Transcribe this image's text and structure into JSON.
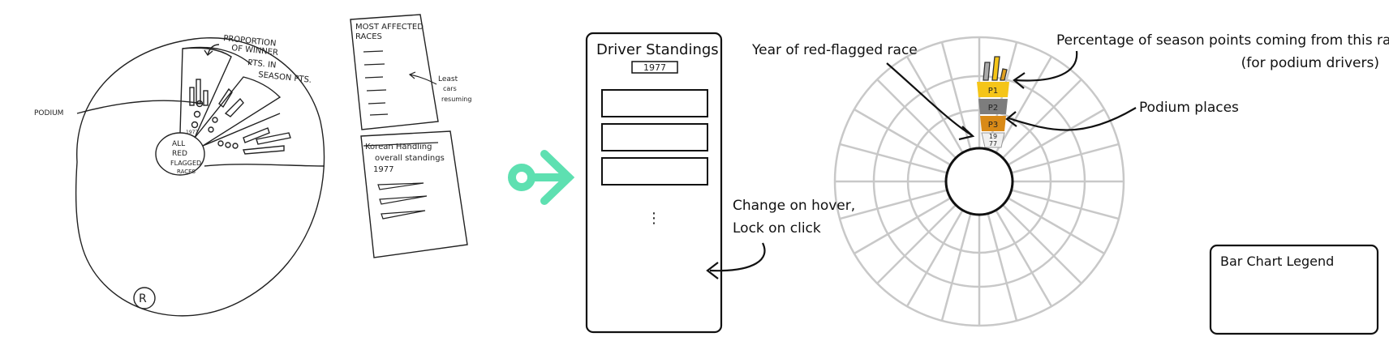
{
  "sketch": {
    "radial": {
      "title_lines": [
        "PROPORTION",
        "OF WINNER",
        "PTS. IN",
        "SEASON PTS."
      ],
      "podium_label": "PODIUM",
      "center_lines": [
        "ALL",
        "RED",
        "FLAGGED",
        "RACES"
      ],
      "year_label": "1977"
    },
    "card_top": {
      "title_lines": [
        "MOST AFFECTED",
        "RACES"
      ],
      "note_lines": [
        "Least",
        "cars",
        "resuming"
      ]
    },
    "card_bottom": {
      "struck_title": "Korean Handling",
      "title_lines": [
        "overall standings",
        "1977"
      ]
    },
    "signature_initial": "R"
  },
  "standings": {
    "title": "Driver Standings",
    "year": "1977",
    "ellipsis": "⋮"
  },
  "annotations": {
    "hover_line1": "Change on hover,",
    "hover_line2": "Lock on click",
    "year_race": "Year of red-flagged race",
    "percentage_line1": "Percentage of season points coming from this race",
    "percentage_line2": "(for podium drivers)",
    "podium_places": "Podium places"
  },
  "segment": {
    "places": [
      "P1",
      "P2",
      "P3"
    ],
    "year_line1": "19",
    "year_line2": "77",
    "colors": {
      "p1": "#f5c518",
      "p2": "#7d7d7d",
      "p3": "#d98a17",
      "arrow": "#5ee0b1",
      "grid": "#c8c8c8"
    }
  },
  "legend": {
    "title": "Bar Chart Legend"
  }
}
